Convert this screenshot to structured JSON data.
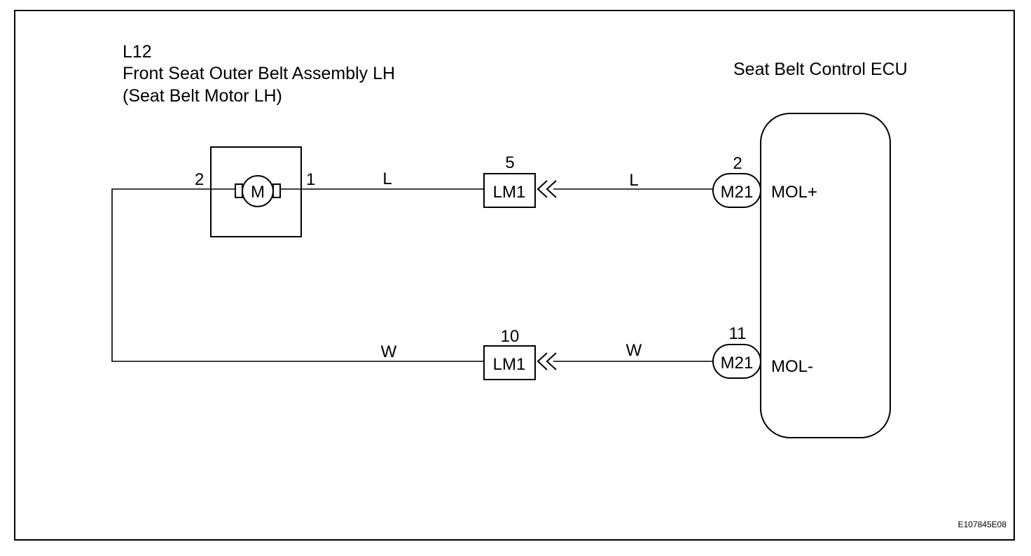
{
  "component": {
    "code": "L12",
    "name": "Front Seat Outer Belt Assembly LH",
    "subname": "(Seat Belt Motor LH)",
    "motor_symbol": "M",
    "pin_left": "2",
    "pin_right": "1"
  },
  "ecu": {
    "name": "Seat Belt Control ECU",
    "terminals": [
      {
        "pin": "2",
        "connector": "M21",
        "signal": "MOL+"
      },
      {
        "pin": "11",
        "connector": "M21",
        "signal": "MOL-"
      }
    ]
  },
  "junctions": [
    {
      "pin": "5",
      "connector": "LM1"
    },
    {
      "pin": "10",
      "connector": "LM1"
    }
  ],
  "wires": [
    {
      "color_code": "L",
      "segment": "motor-to-junction"
    },
    {
      "color_code": "L",
      "segment": "junction-to-ecu"
    },
    {
      "color_code": "W",
      "segment": "motor-to-junction"
    },
    {
      "color_code": "W",
      "segment": "junction-to-ecu"
    }
  ],
  "figure_code": "E107845E08"
}
